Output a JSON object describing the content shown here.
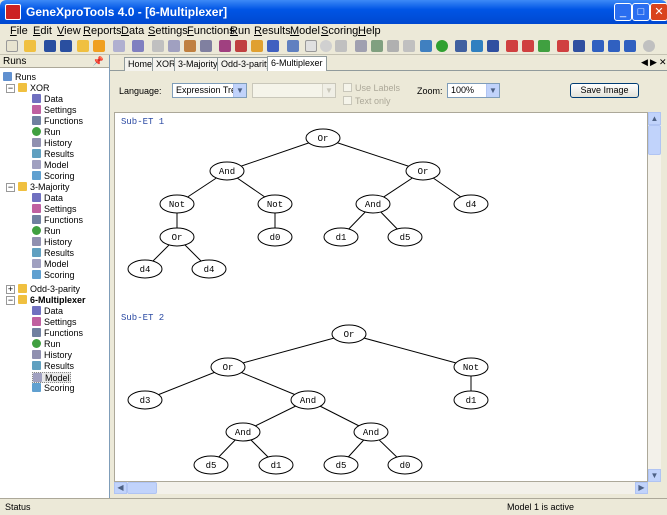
{
  "window": {
    "title": "GeneXproTools 4.0 - [6-Multiplexer]"
  },
  "menu": [
    "File",
    "Edit",
    "View",
    "Reports",
    "Data",
    "Settings",
    "Functions",
    "Run",
    "Results",
    "Model",
    "Scoring",
    "Help"
  ],
  "left_pane": {
    "title": "Runs"
  },
  "tree": {
    "root": "Runs",
    "runs": [
      {
        "name": "XOR",
        "children": [
          "Data",
          "Settings",
          "Functions",
          "Run",
          "History",
          "Results",
          "Model",
          "Scoring"
        ]
      },
      {
        "name": "3-Majority",
        "children": [
          "Data",
          "Settings",
          "Functions",
          "Run",
          "History",
          "Results",
          "Model",
          "Scoring"
        ]
      },
      {
        "name": "Odd-3-parity",
        "children": []
      },
      {
        "name": "6-Multiplexer",
        "children": [
          "Data",
          "Settings",
          "Functions",
          "Run",
          "History",
          "Results",
          "Model",
          "Scoring"
        ]
      }
    ]
  },
  "tabs": [
    "Home",
    "XOR",
    "3-Majority",
    "Odd-3-parity",
    "6-Multiplexer"
  ],
  "options": {
    "language_label": "Language:",
    "language_value": "Expression Tree",
    "second_value": "",
    "use_labels": "Use Labels",
    "text_only": "Text only",
    "zoom_label": "Zoom:",
    "zoom_value": "100%",
    "save_label": "Save Image"
  },
  "subets": [
    {
      "label": "Sub-ET 1",
      "nodes": [
        "Or",
        "And",
        "Or",
        "Not",
        "Not",
        "And",
        "d4",
        "Or",
        "d0",
        "d1",
        "d5",
        "d4",
        "d4"
      ]
    },
    {
      "label": "Sub-ET 2",
      "nodes": [
        "Or",
        "Or",
        "Not",
        "d3",
        "And",
        "d1",
        "And",
        "And",
        "d5",
        "d1",
        "d5",
        "d0"
      ]
    }
  ],
  "status": {
    "left": "Status",
    "right": "Model 1 is active"
  },
  "colors": {
    "title_bar": "#0055e5",
    "close_button": "#d9441e",
    "active_tab": "#ffffff",
    "subet_label": "#2b4aa3"
  }
}
